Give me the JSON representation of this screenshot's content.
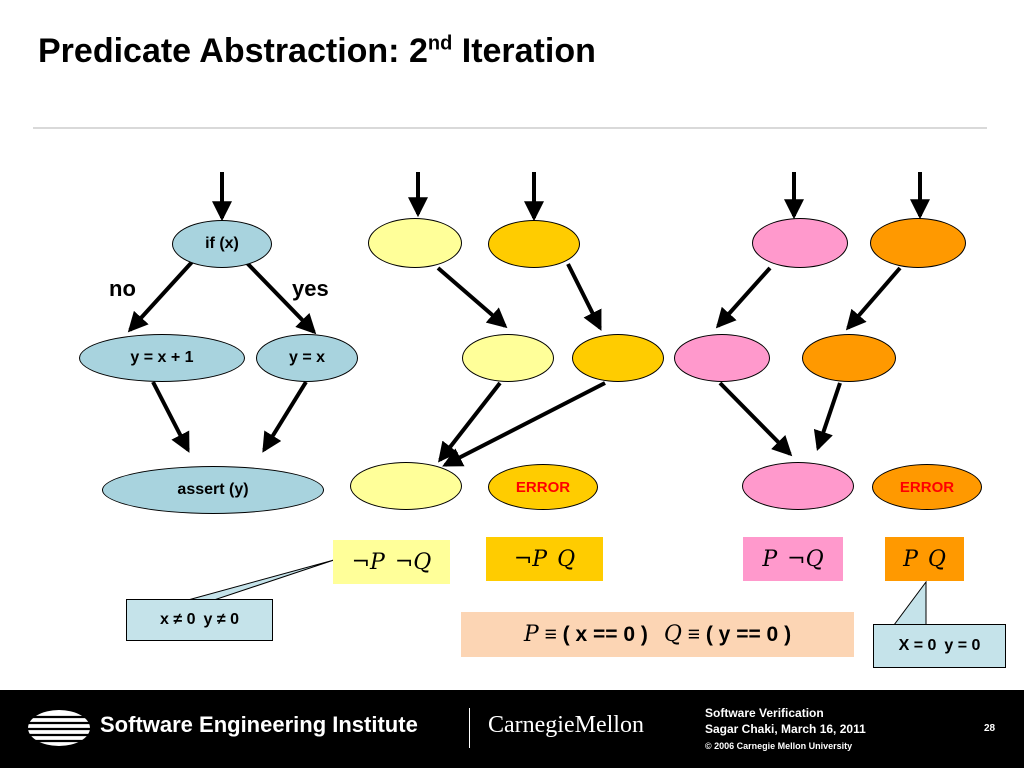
{
  "title": {
    "main": "Predicate Abstraction: 2",
    "sup": "nd",
    "tail": " Iteration"
  },
  "cfg": {
    "if_node": "if (x)",
    "label_no": "no",
    "label_yes": "yes",
    "inc_node": "y = x + 1",
    "assign_node": "y = x",
    "assert_node": "assert (y)"
  },
  "abstract": {
    "error_left": "ERROR",
    "error_right": "ERROR"
  },
  "states": {
    "s1": {
      "a": "¬P",
      "b": "¬Q"
    },
    "s2": {
      "a": "¬P",
      "b": "Q"
    },
    "s3": {
      "a": "P",
      "b": "¬Q"
    },
    "s4": {
      "a": "P",
      "b": "Q"
    }
  },
  "callouts": {
    "left": {
      "a": "x ≠ 0",
      "b": "y ≠ 0"
    },
    "right": {
      "a": "X = 0",
      "b": "y = 0"
    }
  },
  "definitions": {
    "p": "P",
    "p_def": "≡ ( x == 0 )",
    "q": "Q",
    "q_def": "≡ ( y == 0 )"
  },
  "colors": {
    "cfg_node": "#a8d3de",
    "light_yellow": "#ffff99",
    "gold": "#ffcc00",
    "pink": "#ff99cc",
    "orange": "#ff9900",
    "callout": "#c5e3ea",
    "definitions_bg": "#fcd5b4"
  },
  "footer": {
    "institute": "Software Engineering Institute",
    "university": "CarnegieMellon",
    "course": "Software Verification",
    "author_date": "Sagar Chaki, March 16, 2011",
    "copyright": "© 2006 Carnegie Mellon University",
    "page": "28"
  }
}
